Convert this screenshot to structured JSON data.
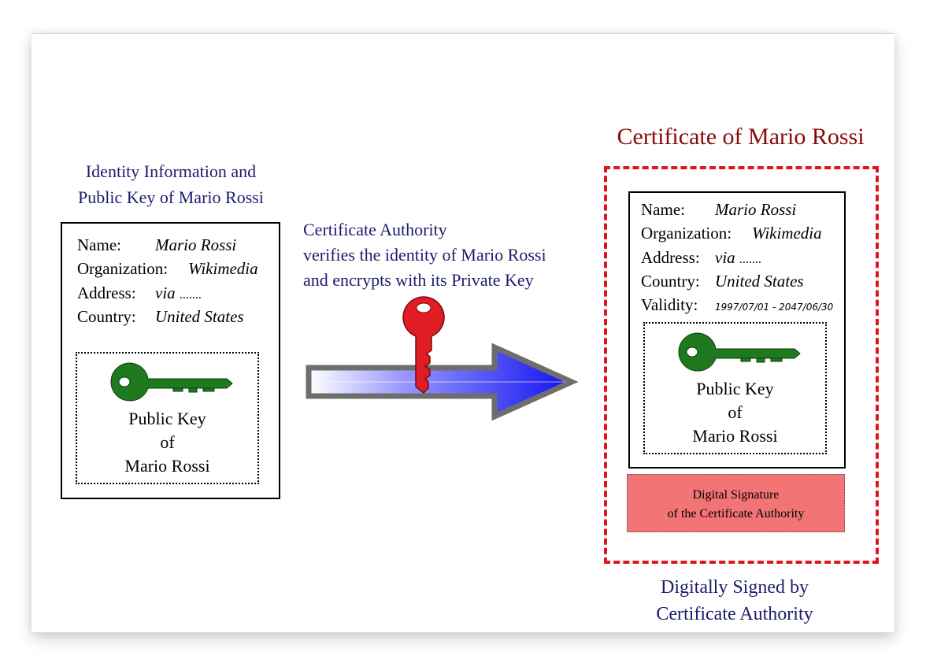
{
  "left_panel": {
    "title_line1": "Identity Information and",
    "title_line2": "Public Key of Mario Rossi",
    "fields": {
      "name_label": "Name:",
      "name_value": "Mario Rossi",
      "org_label": "Organization:",
      "org_value": "Wikimedia",
      "address_label": "Address:",
      "address_value": "via",
      "address_dots": ".......",
      "country_label": "Country:",
      "country_value": "United States"
    },
    "public_key": {
      "line1": "Public Key",
      "line2": "of",
      "line3": "Mario Rossi"
    }
  },
  "middle": {
    "line1": "Certificate Authority",
    "line2": "verifies the identity of Mario Rossi",
    "line3": "and encrypts with its Private Key"
  },
  "certificate": {
    "title": "Certificate of Mario Rossi",
    "fields": {
      "name_label": "Name:",
      "name_value": "Mario Rossi",
      "org_label": "Organization:",
      "org_value": "Wikimedia",
      "address_label": "Address:",
      "address_value": "via",
      "address_dots": ".......",
      "country_label": "Country:",
      "country_value": "United States",
      "validity_label": "Validity:",
      "validity_value": "1997/07/01 - 2047/06/30"
    },
    "public_key": {
      "line1": "Public Key",
      "line2": "of",
      "line3": "Mario Rossi"
    },
    "signature": {
      "line1": "Digital Signature",
      "line2": "of the Certificate Authority"
    }
  },
  "footer": {
    "line1": "Digitally Signed by",
    "line2": "Certificate Authority"
  },
  "colors": {
    "text_navy": "#1c1c6e",
    "cert_title_red": "#8b0a0a",
    "dashed_border_red": "#e0141c",
    "signature_fill": "#f27474",
    "public_key_green": "#1f7a1f",
    "private_key_red": "#e01c24",
    "arrow_blue": "#1a1aff"
  },
  "icons": [
    "green-public-key-icon",
    "red-private-key-icon",
    "blue-arrow"
  ]
}
